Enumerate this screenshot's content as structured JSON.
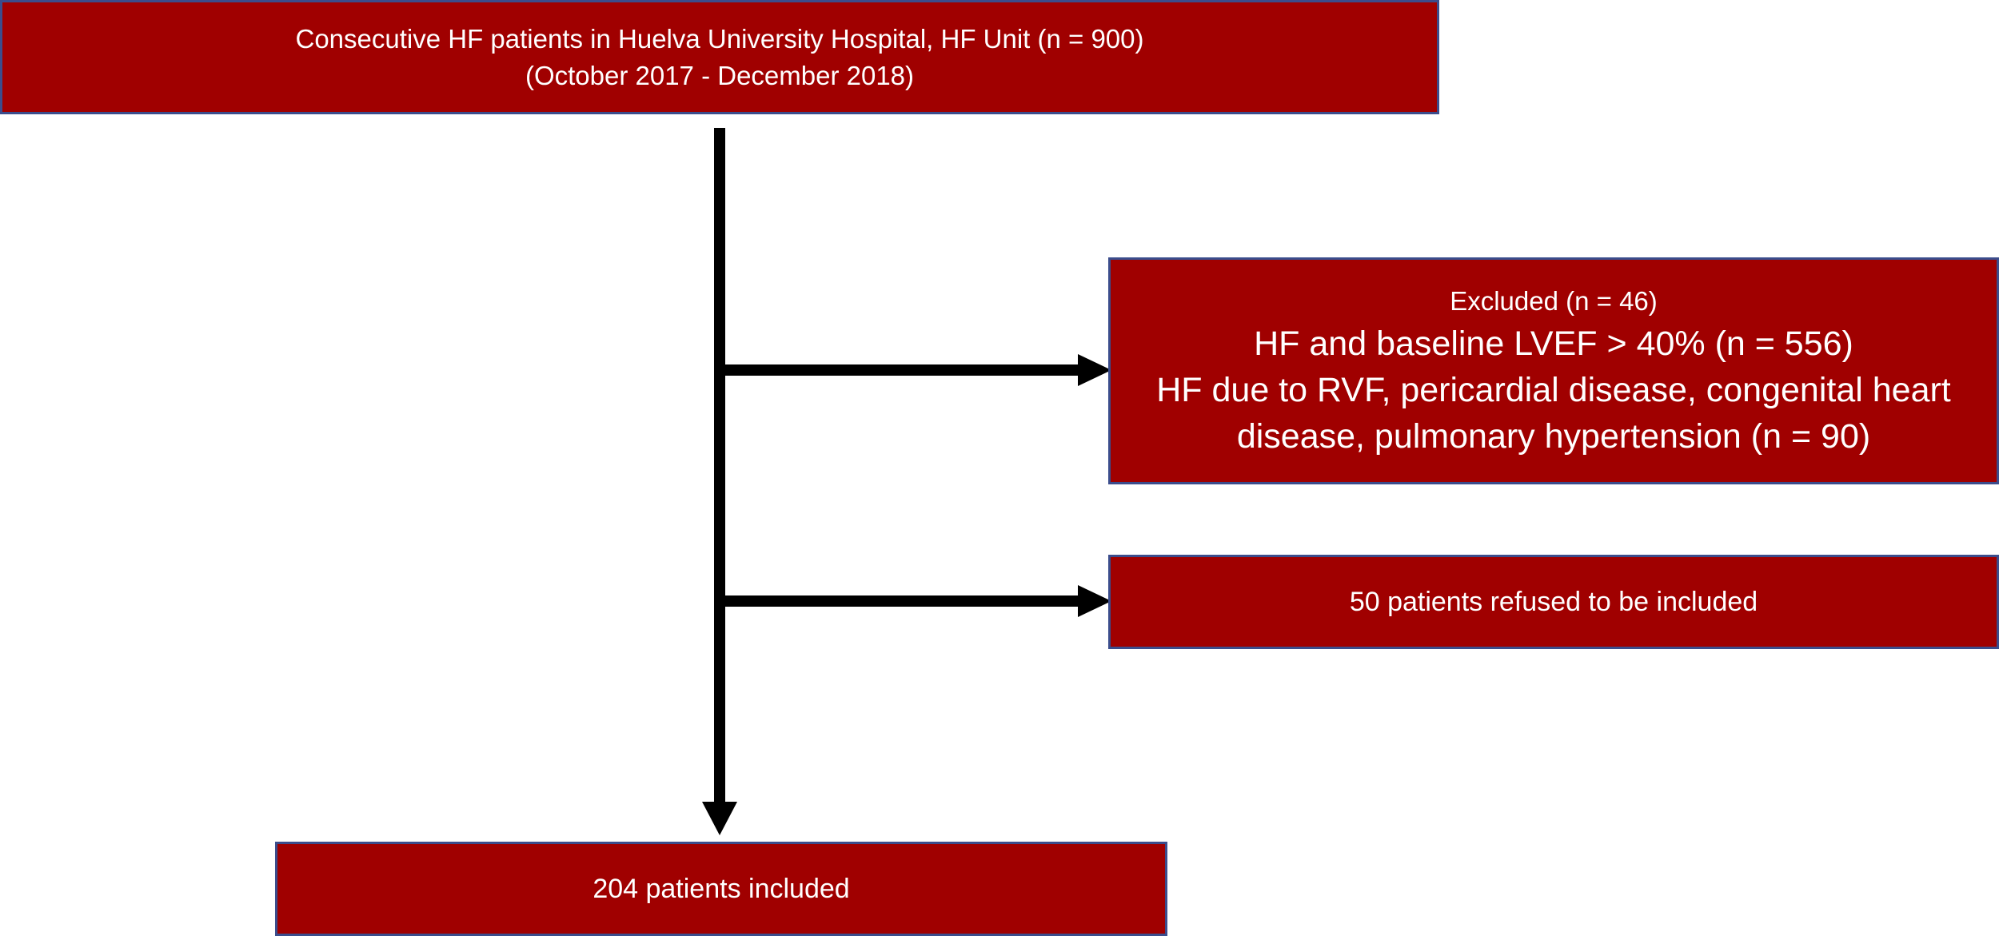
{
  "flowchart": {
    "enrolled": {
      "line1": "Consecutive HF patients in Huelva University Hospital, HF Unit (n = 900)",
      "line2": "(October 2017 - December 2018)"
    },
    "excluded": {
      "header": "Excluded (n = 46)",
      "reason1": "HF and baseline LVEF > 40% (n = 556)",
      "reason2_line1": "HF due to RVF,  pericardial disease, congenital heart",
      "reason2_line2": "disease, pulmonary hypertension (n = 90)"
    },
    "refused": {
      "text": "50 patients refused to be included"
    },
    "included": {
      "text": "204 patients included"
    }
  },
  "colors": {
    "box_fill": "#a00000",
    "box_border": "#3b4d8c",
    "arrow": "#000000",
    "text": "#ffffff"
  }
}
